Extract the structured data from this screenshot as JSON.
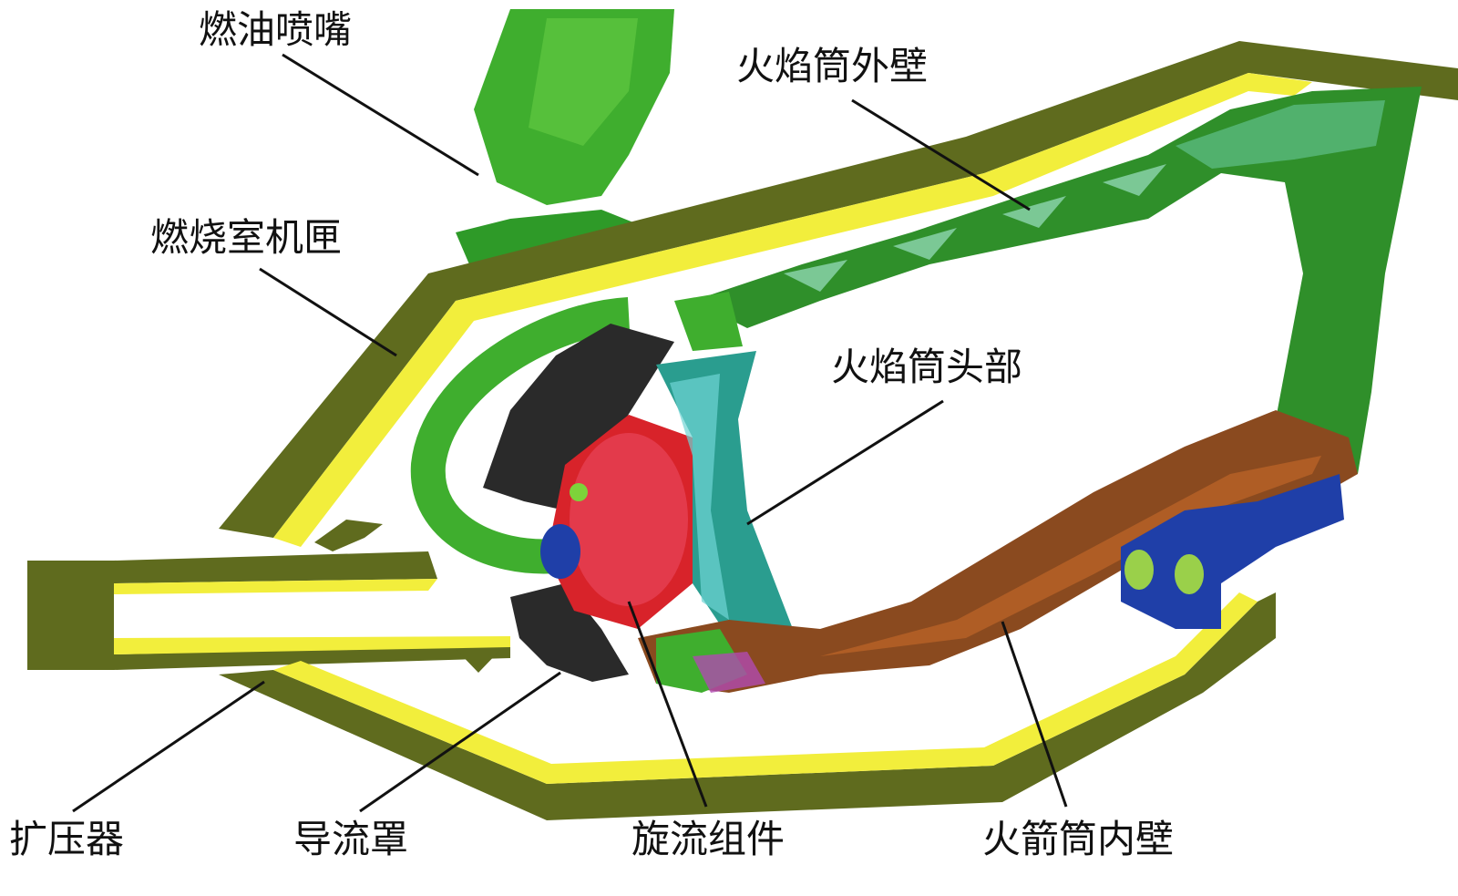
{
  "labels": {
    "fuel_nozzle": "燃油喷嘴",
    "liner_outer_wall": "火焰筒外壁",
    "combustor_casing": "燃烧室机匣",
    "liner_dome": "火焰筒头部",
    "diffuser": "扩压器",
    "cowl": "导流罩",
    "swirler_assembly": "旋流组件",
    "liner_inner_wall": "火箭筒内壁"
  },
  "colors": {
    "casing": "#5f6b1e",
    "casing_lining": "#f2ee3c",
    "nozzle": "#3fae2e",
    "outer_liner": "#2f8f2a",
    "dome": "#2a9d8f",
    "swirler": "#d8232a",
    "cowl": "#2a2a2a",
    "inner_liner": "#8a4a1f",
    "mounting": "#1f3fa8"
  }
}
